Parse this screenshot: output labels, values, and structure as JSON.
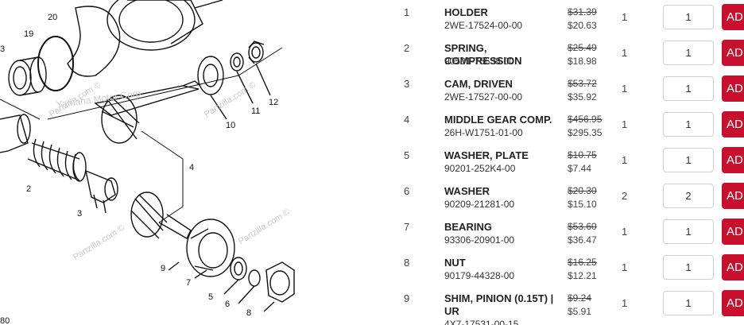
{
  "diagram": {
    "callouts": [
      "20",
      "19",
      "3",
      "10",
      "11",
      "12",
      "4",
      "2",
      "3",
      "9",
      "7",
      "5",
      "6",
      "8",
      "80"
    ],
    "watermarks": [
      "Yamaha Motor Corp.",
      "Partzilla.com ©",
      "Partzilla.com ©",
      "Partzilla.com ©",
      "Partzilla.com ©"
    ]
  },
  "parts": [
    {
      "ref": "1",
      "name": "HOLDER",
      "number": "2WE-17524-00-00",
      "old_price": "$31.39",
      "price": "$20.63",
      "qty": "1",
      "qty_value": "1",
      "add_label": "ADD"
    },
    {
      "ref": "2",
      "name": "SPRING, COMPRESSION",
      "number": "90501-75638-00",
      "old_price": "$25.49",
      "price": "$18.98",
      "qty": "1",
      "qty_value": "1",
      "add_label": "ADD"
    },
    {
      "ref": "3",
      "name": "CAM, DRIVEN",
      "number": "2WE-17527-00-00",
      "old_price": "$53.72",
      "price": "$35.92",
      "qty": "1",
      "qty_value": "1",
      "add_label": "ADD"
    },
    {
      "ref": "4",
      "name": "MIDDLE GEAR COMP.",
      "number": "26H-W1751-01-00",
      "old_price": "$456.95",
      "price": "$295.35",
      "qty": "1",
      "qty_value": "1",
      "add_label": "ADD"
    },
    {
      "ref": "5",
      "name": "WASHER, PLATE",
      "number": "90201-252K4-00",
      "old_price": "$10.75",
      "price": "$7.44",
      "qty": "1",
      "qty_value": "1",
      "add_label": "ADD"
    },
    {
      "ref": "6",
      "name": "WASHER",
      "number": "90209-21281-00",
      "old_price": "$20.30",
      "price": "$15.10",
      "qty": "2",
      "qty_value": "2",
      "add_label": "ADD"
    },
    {
      "ref": "7",
      "name": "BEARING",
      "number": "93306-20901-00",
      "old_price": "$53.60",
      "price": "$36.47",
      "qty": "1",
      "qty_value": "1",
      "add_label": "ADD"
    },
    {
      "ref": "8",
      "name": "NUT",
      "number": "90179-44328-00",
      "old_price": "$16.25",
      "price": "$12.21",
      "qty": "1",
      "qty_value": "1",
      "add_label": "ADD"
    },
    {
      "ref": "9",
      "name": "SHIM, PINION (0.15T) | UR",
      "number": "4X7-17531-00-15",
      "old_price": "$9.24",
      "price": "$5.91",
      "qty": "1",
      "qty_value": "1",
      "add_label": "ADD"
    }
  ]
}
